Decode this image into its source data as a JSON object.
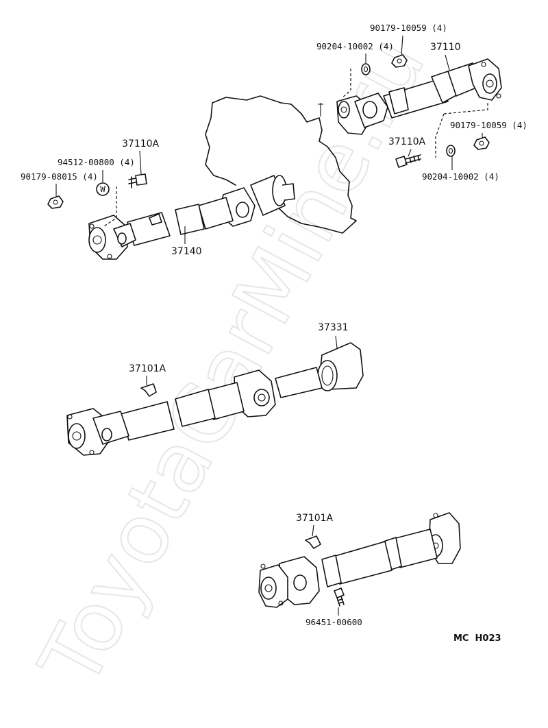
{
  "watermark": "ToyotaCarMine.ru",
  "diagram_code": "MC  H023",
  "labels": {
    "p37110": "37110",
    "p37110A_top": "37110A",
    "p37110A_right": "37110A",
    "p94512": "94512-00800 (4)",
    "p90179_08015": "90179-08015 (4)",
    "p37140": "37140",
    "p90179_10059_top": "90179-10059 (4)",
    "p90204_10002_top": "90204-10002 (4)",
    "p90179_10059_right": "90179-10059 (4)",
    "p90204_10002_right": "90204-10002 (4)",
    "p37331": "37331",
    "p37101A_mid": "37101A",
    "p37101A_bottom": "37101A",
    "p96451": "96451-00600"
  },
  "washer_mark": "W"
}
